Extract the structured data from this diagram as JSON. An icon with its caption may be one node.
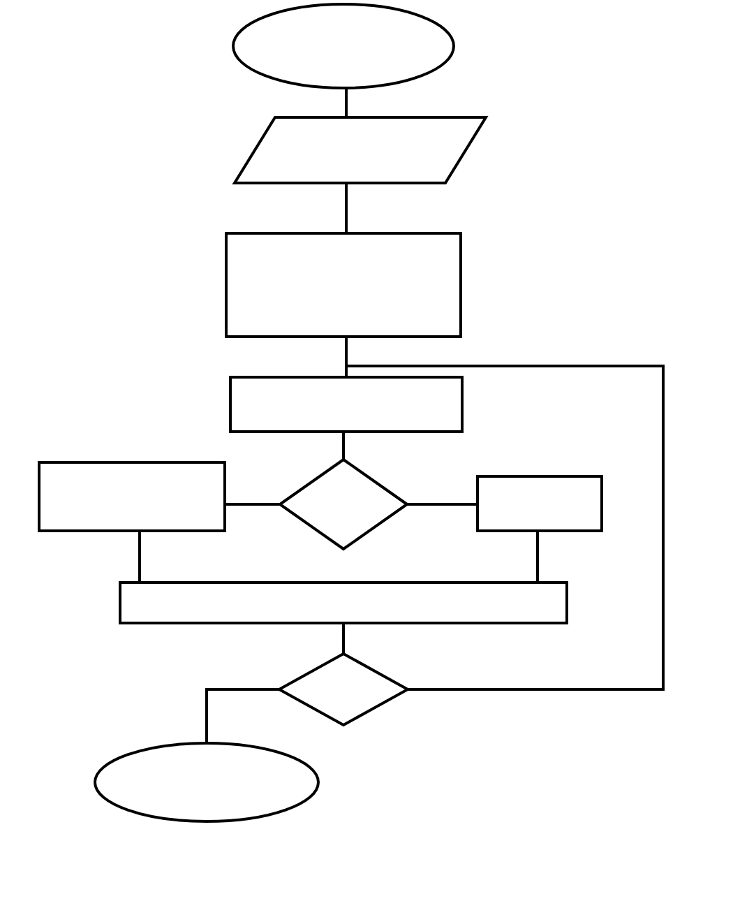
{
  "diagram": {
    "nodes": [
      {
        "text": [],
        "shape": "ellipse"
      },
      {
        "text": [],
        "shape": "parallelogram"
      },
      {
        "text": [],
        "shape": "box"
      },
      {
        "text": [],
        "shape": "box"
      },
      {
        "text": [],
        "shape": "box"
      },
      {
        "text": [],
        "shape": "diamond"
      },
      {
        "text": [],
        "shape": "box"
      },
      {
        "text": [],
        "shape": "box"
      },
      {
        "text": [],
        "shape": "diamond"
      },
      {
        "text": [],
        "shape": "ellipse"
      }
    ],
    "edges": [
      {
        "from": 0,
        "to": 1,
        "arrow": "none"
      },
      {
        "from": 1,
        "to": 2,
        "arrow": "none"
      },
      {
        "from": 2,
        "to": 3,
        "arrow": "none"
      },
      {
        "from": 3,
        "to": 5,
        "arrow": "none"
      },
      {
        "from": 5,
        "to": 4,
        "arrow": "none"
      },
      {
        "from": 5,
        "to": 6,
        "arrow": "none"
      },
      {
        "from": 4,
        "to": 7,
        "arrow": "none"
      },
      {
        "from": 6,
        "to": 7,
        "arrow": "none"
      },
      {
        "from": 7,
        "to": 8,
        "arrow": "none"
      },
      {
        "from": 8,
        "to": 9,
        "arrow": "none"
      },
      {
        "from": 8,
        "to": 3,
        "arrow": "none"
      }
    ]
  }
}
